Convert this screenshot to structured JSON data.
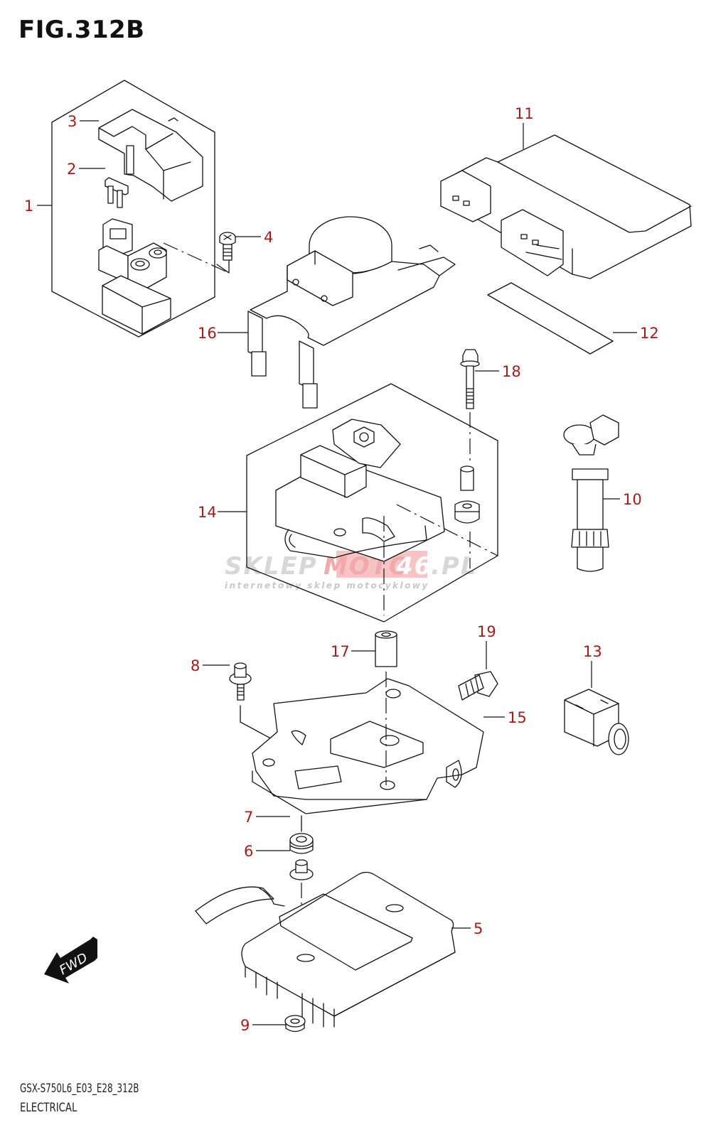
{
  "figure": {
    "title": "FIG.312B",
    "model_code": "GSX-S750L6_E03_E28_312B",
    "section_name": "ELECTRICAL",
    "direction_indicator": "FWD"
  },
  "watermark": {
    "part1": "SKLEP",
    "part2": "MOTO",
    "part3": "46",
    "part4": ".PL",
    "tagline": "internetowy sklep motocyklowy",
    "colors": {
      "grey": "#d9d9d9",
      "red": "#f4a8a8"
    }
  },
  "colors": {
    "callout": "#a61a1a",
    "line": "#111111"
  },
  "callouts": [
    {
      "number": "1",
      "part": "starter relay assembly"
    },
    {
      "number": "2",
      "part": "fuse"
    },
    {
      "number": "3",
      "part": "relay cover"
    },
    {
      "number": "4",
      "part": "screw"
    },
    {
      "number": "5",
      "part": "regulator / rectifier"
    },
    {
      "number": "6",
      "part": "collar"
    },
    {
      "number": "7",
      "part": "cushion"
    },
    {
      "number": "8",
      "part": "bolt"
    },
    {
      "number": "9",
      "part": "nut"
    },
    {
      "number": "10",
      "part": "ignition coil"
    },
    {
      "number": "11",
      "part": "ECM"
    },
    {
      "number": "12",
      "part": "pad"
    },
    {
      "number": "13",
      "part": "connector"
    },
    {
      "number": "14",
      "part": "actuator assembly"
    },
    {
      "number": "15",
      "part": "bracket"
    },
    {
      "number": "16",
      "part": "holder"
    },
    {
      "number": "17",
      "part": "spacer"
    },
    {
      "number": "18",
      "part": "bolt"
    },
    {
      "number": "19",
      "part": "bolt"
    }
  ]
}
